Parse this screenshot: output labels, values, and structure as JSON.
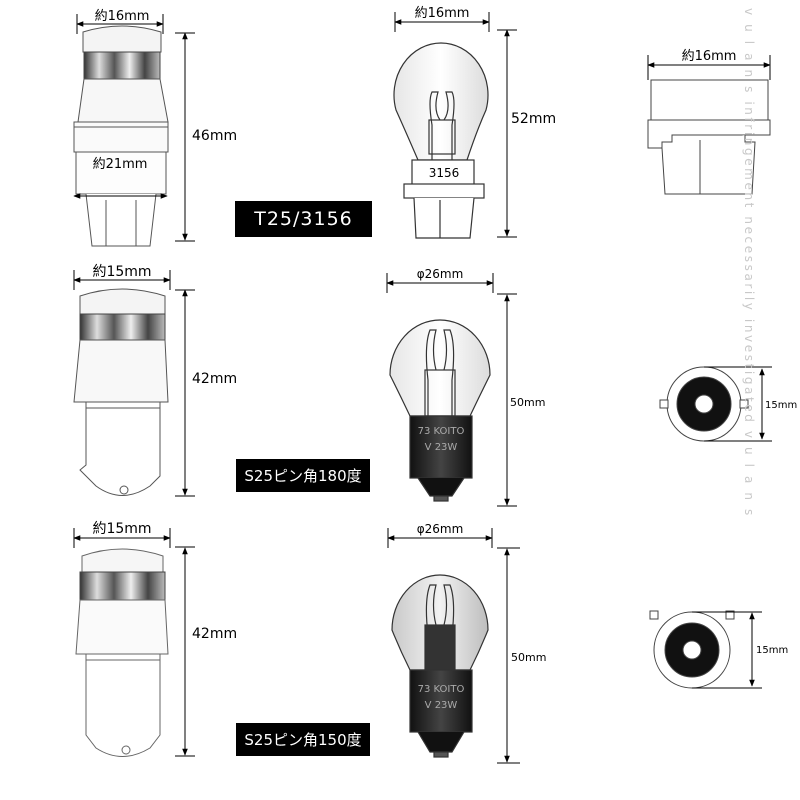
{
  "watermark": "v u l a n s   infringement necessarily investigated   v u l a n s",
  "rows": [
    {
      "label": "T25/3156",
      "led": {
        "width": "約16mm",
        "base_width": "約21mm",
        "height": "46mm"
      },
      "bulb": {
        "width": "約16mm",
        "height": "52mm",
        "marking": "3156"
      },
      "socket": {
        "width": "約16mm"
      }
    },
    {
      "label": "S25ピン角180度",
      "led": {
        "width": "約15mm",
        "height": "42mm"
      },
      "bulb": {
        "diameter": "φ26mm",
        "height": "50mm",
        "marking_top": "73 KOITO",
        "marking_bottom": "V 23W"
      },
      "socket": {
        "size": "15mm"
      }
    },
    {
      "label": "S25ピン角150度",
      "led": {
        "width": "約15mm",
        "height": "42mm"
      },
      "bulb": {
        "diameter": "φ26mm",
        "height": "50mm",
        "marking_top": "73 KOITO",
        "marking_bottom": "V 23W"
      },
      "socket": {
        "size": "15mm"
      }
    }
  ]
}
